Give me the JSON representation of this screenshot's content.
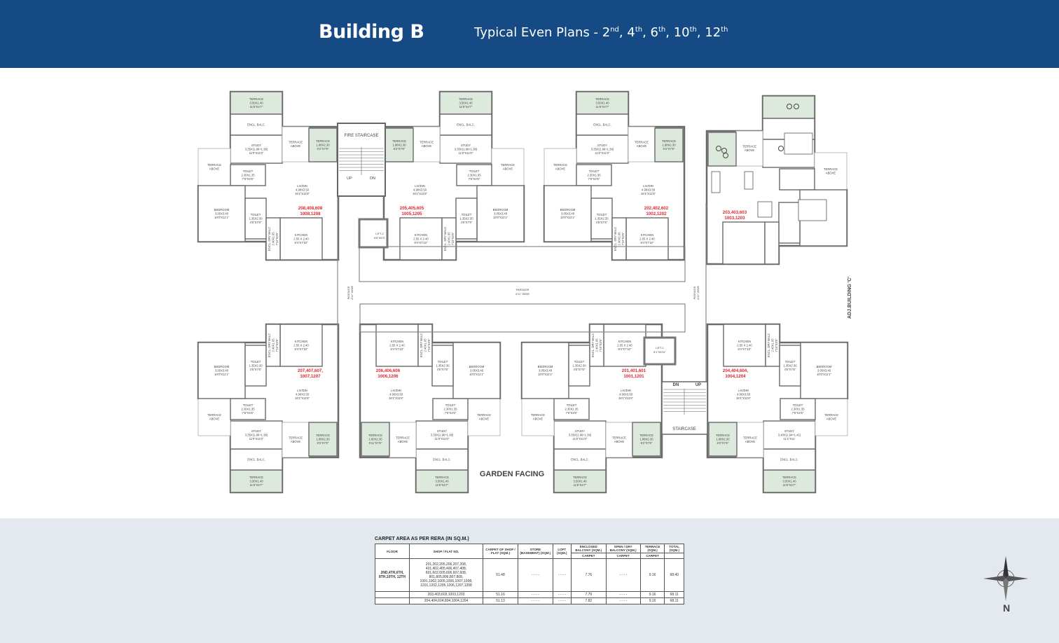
{
  "header": {
    "title": "Building B",
    "subtitle_prefix": "Typical Even Plans - ",
    "floors": [
      {
        "n": "2",
        "sup": "nd"
      },
      {
        "n": "4",
        "sup": "th"
      },
      {
        "n": "6",
        "sup": "th"
      },
      {
        "n": "10",
        "sup": "th"
      },
      {
        "n": "12",
        "sup": "th"
      }
    ]
  },
  "colors": {
    "header_bg": "#154a84",
    "terrace_fill": "#dde9dd",
    "flat_no": "#e0262e",
    "bottom_bg": "#e4e9ef"
  },
  "plan": {
    "fire_staircase": "FIRE STAIRCASE",
    "up": "UP",
    "dn": "DN",
    "staircase": "STAIRCASE",
    "lift2": [
      "LIFT-2",
      "6'8\"X6'3\""
    ],
    "lift1": [
      "LIFT-1",
      "6'1\"X6'11\""
    ],
    "passage_center": [
      "PASSAGE",
      "4'11\" WIDE"
    ],
    "passage_left": [
      "PASSAGE",
      "4'11\" WIDE"
    ],
    "passage_right": [
      "PASSAGE",
      "4'11\" WIDE"
    ],
    "adj_building": "ADJ.BUILDING 'C'",
    "garden_facing": "GARDEN FACING",
    "north": "N",
    "units": [
      {
        "flat": [
          "208,408,608",
          "1008,1208"
        ],
        "rooms": {
          "terrace": [
            "TERRACE",
            "3.50X1.40",
            "11'5\"X4'7\""
          ],
          "balc": [
            "ENCL. BALC."
          ],
          "study": [
            "STUDY",
            "3.35X(1.96+1.38)",
            "11'0\"X11'0\""
          ],
          "tabove_l": [
            "TERRACE",
            "ABOVE"
          ],
          "toilet1": [
            "TOILET",
            "2.30X1.35",
            "7'6\"X4'5\""
          ],
          "bedroom": [
            "BEDROOM",
            "3.05X3.40",
            "10'0\"X11'1\""
          ],
          "toilet2": [
            "TOILET",
            "1.35X2.30",
            "4'5\"X7'6\""
          ],
          "living": [
            "LIV/DIN",
            "4.90X3.50",
            "16'1\"X11'5\""
          ],
          "kitchen": [
            "KITCHEN",
            "2.55 X 2.40",
            "8'4\"X7'10\""
          ],
          "dry": [
            "ENCL. DRY BALC",
            "2.40X1.05",
            "7'10\"X3'5\""
          ],
          "tabove_m": [
            "TERRACE",
            "ABOVE"
          ],
          "tsmall": [
            "TERRACE",
            "1.88X2.30",
            "6'2\"X7'6\""
          ]
        }
      },
      {
        "flat": [
          "205,405,605",
          "1005,1205"
        ],
        "rooms": {
          "terrace": [
            "TERRACE",
            "3.50X1.40",
            "11'5\"X4'7\""
          ],
          "balc": [
            "ENCL. BALC."
          ],
          "study": [
            "STUDY",
            "3.35X(1.96+1.38)",
            "11'0\"X11'0\""
          ],
          "tabove_l": [
            "TERRACE",
            "ABOVE"
          ],
          "toilet1": [
            "TOILET",
            "2.30X1.35",
            "7'6\"X4'5\""
          ],
          "bedroom": [
            "BEDROOM",
            "3.05X3.40",
            "10'0\"X11'1\""
          ],
          "toilet2": [
            "TOILET",
            "1.35X2.30",
            "4'5\"X7'6\""
          ],
          "living": [
            "LIV/DIN",
            "4.90X3.50",
            "16'1\"X11'5\""
          ],
          "kitchen": [
            "KITCHEN",
            "2.55 X 2.40",
            "8'4\"X7'10\""
          ],
          "dry": [
            "ENCL. DRY BALC",
            "2.40X1.05",
            "7'10\"X3'5\""
          ],
          "tabove_m": [
            "TERRACE",
            "ABOVE"
          ],
          "tsmall": [
            "TERRACE",
            "1.88X2.30",
            "6'2\"X7'6\""
          ]
        }
      },
      {
        "flat": [
          "202,402,602",
          "1002,1202"
        ],
        "rooms": {
          "terrace": [
            "TERRACE",
            "3.50X1.40",
            "11'5\"X4'7\""
          ],
          "balc": [
            "ENCL. BALC."
          ],
          "study": [
            "STUDY",
            "3.35X(1.96+1.38)",
            "11'0\"X11'0\""
          ],
          "tabove_l": [
            "TERRACE",
            "ABOVE"
          ],
          "toilet1": [
            "TOILET",
            "2.30X1.35",
            "7'6\"X4'5\""
          ],
          "bedroom": [
            "BEDROOM",
            "3.05X3.40",
            "10'0\"X11'1\""
          ],
          "toilet2": [
            "TOILET",
            "1.35X2.30",
            "4'5\"X7'6\""
          ],
          "living": [
            "LIV/DIN",
            "4.90X3.50",
            "16'1\"X11'5\""
          ],
          "kitchen": [
            "KITCHEN",
            "2.55 X 2.40",
            "8'4\"X7'10\""
          ],
          "dry": [
            "ENCL. DRY BALC",
            "2.40X1.05",
            "7'10\"X3'5\""
          ],
          "tabove_m": [
            "TERRACE",
            "ABOVE"
          ],
          "tsmall": [
            "TERRACE",
            "1.88X2.30",
            "6'2\"X7'6\""
          ]
        }
      },
      {
        "flat": [
          "203,403,603",
          "1003,1203"
        ],
        "rooms": {
          "tabove_l": [
            "TERRACE",
            "ABOVE"
          ],
          "tabove_m": [
            "TERRACE",
            "ABOVE"
          ]
        }
      },
      {
        "flat": [
          "207,407,607,",
          "1007,1207"
        ],
        "rooms": {
          "terrace": [
            "TERRACE",
            "3.50X1.40",
            "11'5\"X4'7\""
          ],
          "balc": [
            "ENCL. BALC."
          ],
          "study": [
            "STUDY",
            "3.35X(1.96+1.38)",
            "11'0\"X11'0\""
          ],
          "tabove_l": [
            "TERRACE",
            "ABOVE"
          ],
          "toilet1": [
            "TOILET",
            "2.30X1.35",
            "7'6\"X4'5\""
          ],
          "bedroom": [
            "BEDROOM",
            "3.05X3.40",
            "10'0\"X11'1\""
          ],
          "toilet2": [
            "TOILET",
            "1.35X2.30",
            "4'5\"X7'6\""
          ],
          "living": [
            "LIV/DIN",
            "4.90X3.50",
            "16'1\"X11'5\""
          ],
          "kitchen": [
            "KITCHEN",
            "2.55 X 2.40",
            "8'4\"X7'10\""
          ],
          "dry": [
            "ENCL. DRY BALC",
            "2.40X1.05",
            "7'10\"X3'5\""
          ],
          "tabove_m": [
            "TERRACE",
            "ABOVE"
          ],
          "tsmall": [
            "TERRACE",
            "1.88X2.30",
            "6'2\"X7'6\""
          ]
        }
      },
      {
        "flat": [
          "206,406,606",
          "1006,1206"
        ],
        "rooms": {
          "terrace": [
            "TERRACE",
            "3.50X1.40",
            "11'5\"X4'7\""
          ],
          "balc": [
            "ENCL. BALC."
          ],
          "study": [
            "STUDY",
            "3.35X(1.96+1.38)",
            "11'0\"X11'0\""
          ],
          "tabove_l": [
            "TERRACE",
            "ABOVE"
          ],
          "toilet1": [
            "TOILET",
            "2.30X1.35",
            "7'6\"X4'5\""
          ],
          "bedroom": [
            "BEDROOM",
            "3.05X3.40",
            "10'0\"X11'1\""
          ],
          "toilet2": [
            "TOILET",
            "1.35X2.30",
            "4'5\"X7'6\""
          ],
          "living": [
            "LIV/DIN",
            "4.90X3.50",
            "16'1\"X11'5\""
          ],
          "kitchen": [
            "KITCHEN",
            "2.55 X 2.40",
            "8'4\"X7'10\""
          ],
          "dry": [
            "ENCL. DRY BALC",
            "2.40X1.05",
            "7'10\"X3'5\""
          ],
          "tabove_m": [
            "TERRACE",
            "ABOVE"
          ],
          "tsmall": [
            "TERRACE",
            "1.80X2.30",
            "5'11\"X7'6\""
          ]
        }
      },
      {
        "flat": [
          "201,401,601",
          "1001,1201"
        ],
        "rooms": {
          "terrace": [
            "TERRACE",
            "3.50X1.40",
            "11'5\"X4'7\""
          ],
          "balc": [
            "ENCL. BALC."
          ],
          "study": [
            "STUDY",
            "3.35X(1.96+1.38)",
            "11'0\"X11'0\""
          ],
          "tabove_l": [
            "TERRACE",
            "ABOVE"
          ],
          "toilet1": [
            "TOILET",
            "2.30X1.35",
            "7'6\"X4'5\""
          ],
          "bedroom": [
            "BEDROOM",
            "3.05X3.40",
            "10'0\"X11'1\""
          ],
          "toilet2": [
            "TOILET",
            "1.35X2.30",
            "4'5\"X7'6\""
          ],
          "living": [
            "LIV/DIN",
            "4.90X3.50",
            "16'1\"X11'5\""
          ],
          "kitchen": [
            "KITCHEN",
            "2.55 X 2.40",
            "8'4\"X7'10\""
          ],
          "dry": [
            "ENCL. DRY BALC",
            "2.40X1.05",
            "7'10\"X3'5\""
          ],
          "tabove_m": [
            "TERRACE",
            "ABOVE"
          ],
          "tsmall": [
            "TERRACE",
            "1.88X2.30",
            "6'2\"X7'6\""
          ]
        }
      },
      {
        "flat": [
          "204,404,604,",
          "1004,1204"
        ],
        "rooms": {
          "terrace": [
            "TERRACE",
            "3.50X1.40",
            "11'5\"X4'7\""
          ],
          "balc": [
            "ENCL. BALC."
          ],
          "study": [
            "STUDY",
            "3.40X(1.94+1.41)",
            "11'1\"X11'"
          ],
          "tabove_l": [
            "TERRACE",
            "ABOVE"
          ],
          "toilet1": [
            "TOILET",
            "2.30X1.35",
            "7'6\"X4'5\""
          ],
          "bedroom": [
            "BEDROOM",
            "3.05X3.40",
            "10'0\"X11'1\""
          ],
          "toilet2": [
            "TOILET",
            "1.35X2.30",
            "4'5\"X7'6\""
          ],
          "living": [
            "LIV/DIN",
            "4.90X3.50",
            "16'1\"X11'5\""
          ],
          "kitchen": [
            "KITCHEN",
            "2.55 X 2.40",
            "8'4\"X7'10\""
          ],
          "dry": [
            "ENCL. DRY BALC",
            "2.40X1.05",
            "7'10\"X3'5\""
          ],
          "tabove_m": [
            "TERRACE",
            "ABOVE"
          ],
          "tsmall": [
            "TERRACE",
            "1.88X2.30",
            "6'2\"X7'6\""
          ]
        }
      }
    ]
  },
  "table": {
    "caption": "CARPET AREA AS PER RERA (IN SQ.M.)",
    "headers": {
      "floor": "FLOOR",
      "flat_no": "SHOP / FLAT NO.",
      "carpet": "CARPET OF SHOP / FLAT (SQM.)",
      "store": "STORE (BASEMENT) (SQM.)",
      "loft": "LOFT (SQM.)",
      "encl_balc": "ENCLOSED BALCONY (SQM.)",
      "open_balc": "OPEN / DRY BALCONY (SQM.)",
      "terrace": "TERRACE (SQM.)",
      "total": "TOTAL (SQM.)",
      "sub_carpet_1": "CARPET",
      "sub_carpet_2": "CARPET",
      "sub_carpet_3": "CARPET"
    },
    "floor_label": "2ND,4TH,6TH, 8TH,10TH, 12TH",
    "rows": [
      {
        "flats": "201,202,205,206,207,208, 401,402,405,406,407,408, 601,602,605,606,607,608, 801,805,806,807,808, 1001,1002,1005,1006,1007,1008, 1201,1202,1205,1206,1207,1208",
        "carpet": "51.48",
        "store": "- - - -",
        "loft": "- - - -",
        "encl": "7.76",
        "open": "- - - -",
        "terrace": "9.16",
        "total": "68.40"
      },
      {
        "flats": "203,403,603,1003,1203",
        "carpet": "51.16",
        "store": "- - - -",
        "loft": "- - - -",
        "encl": "7.79",
        "open": "- - - -",
        "terrace": "9.16",
        "total": "68.11"
      },
      {
        "flats": "204,404,604,804,1004,1204",
        "carpet": "51.13",
        "store": "- - - -",
        "loft": "- - - -",
        "encl": "7.82",
        "open": "- - - -",
        "terrace": "9.16",
        "total": "68.11"
      }
    ]
  }
}
